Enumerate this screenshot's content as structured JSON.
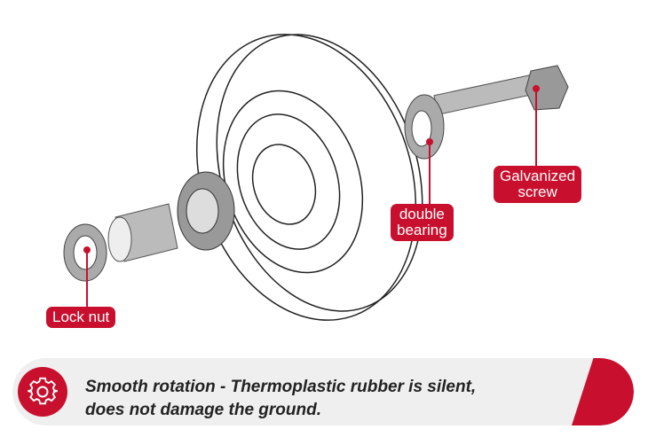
{
  "labels": {
    "lock_nut": "Lock nut",
    "double_bearing_1": "double",
    "double_bearing_2": "bearing",
    "screw_1": "Galvanized",
    "screw_2": "screw"
  },
  "banner": {
    "line1": "Smooth rotation - Thermoplastic rubber is silent,",
    "line2": "does not damage the ground.",
    "icon": "gear-icon"
  },
  "colors": {
    "accent": "#c8102e",
    "banner_bg": "#efefef"
  }
}
